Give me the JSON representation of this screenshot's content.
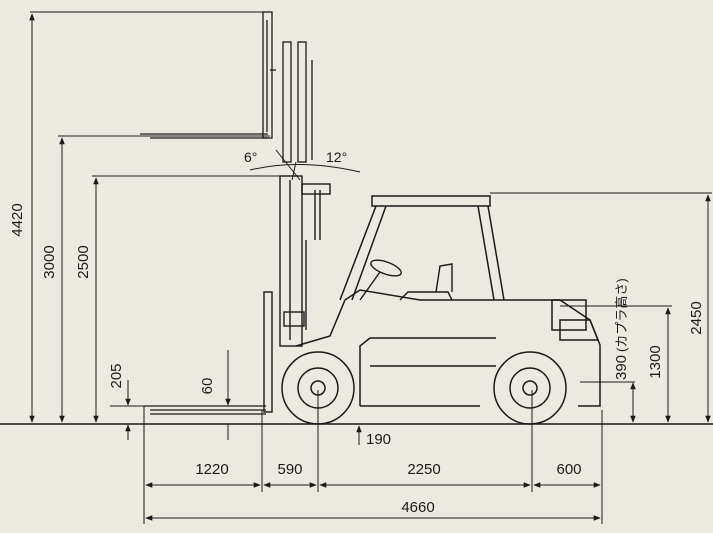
{
  "dimensions": {
    "max_lift_height": "4420",
    "lift_height": "3000",
    "mast_lowered_height": "2500",
    "free_lift": "205",
    "fork_thickness": "60",
    "overhead_guard_height": "2450",
    "seat_height": "1300",
    "coupler_height": "390",
    "coupler_height_label": "(カプラ高さ)",
    "ground_clearance": "190",
    "fork_length": "1220",
    "front_overhang": "590",
    "wheelbase": "2250",
    "rear_overhang": "600",
    "overall_length": "4660"
  },
  "angles": {
    "tilt_forward": "6°",
    "tilt_backward": "12°"
  },
  "colors": {
    "background": "#ece9e1",
    "line": "#1b1b1b"
  }
}
